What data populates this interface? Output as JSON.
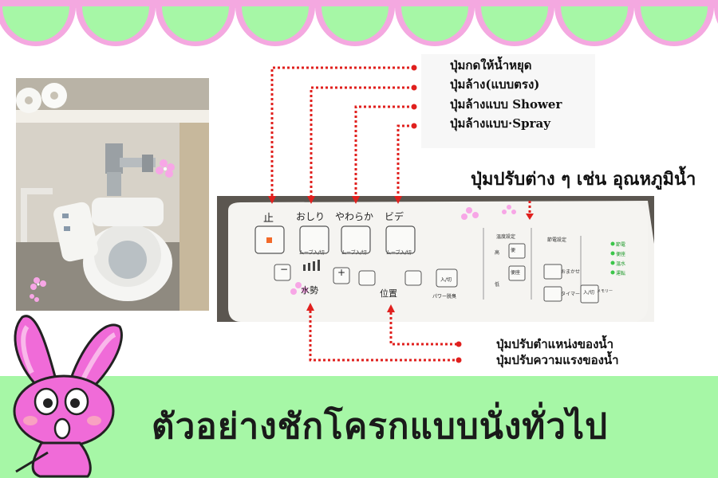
{
  "labels_top": [
    "ปุ่มกดให้น้ำหยุด",
    "ปุ่มล้าง(แบบตรง)",
    "ปุ่มล้างแบบ Shower",
    "ปุ่มล้างแบบ·Spray"
  ],
  "label_temperature": "ปุ่มปรับต่าง ๆ เช่น อุณหภูมิน้ำ",
  "labels_bottom": [
    "ปุ่มปรับตำแหน่งของน้ำ",
    "ปุ่มปรับความแรงของน้ำ"
  ],
  "banner_title": "ตัวอย่างชักโครกแบบนั่งทั่วไป",
  "panel": {
    "btn_stop": "止",
    "btn_oshiri": "おしり",
    "btn_yawaraka": "やわらか",
    "btn_bide": "ビデ",
    "sub_oshiri": "ムーブ入/切",
    "sub_yawaraka": "ムーブ入/切",
    "sub_bide": "ムーブ入/切",
    "minus": "−",
    "plus": "+",
    "suisei": "水勢",
    "ichi": "位置",
    "nyukiri": "入/切",
    "power": "パワー脱臭",
    "onsetsu": "温度設定",
    "sesetsu": "節電設定",
    "ben": "便",
    "shiyo": "便座",
    "onsui": "温水",
    "taimer": "タイマー",
    "omakase": "おまかせ",
    "nyukiri2": "入/切",
    "memo": "メモリー",
    "status1": "節電",
    "status2": "便座",
    "status3": "温水",
    "status4": "運転",
    "kou": "高",
    "tei": "低"
  },
  "colors": {
    "scallop_green": "#a6f7a6",
    "scallop_pink": "#f4a8e0",
    "banner_green": "#a6f7a6",
    "dotted_red": "#e0201e",
    "rabbit_pink": "#f06bd8"
  }
}
